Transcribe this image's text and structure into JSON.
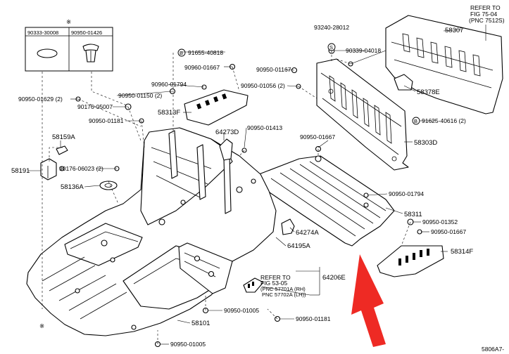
{
  "inset": {
    "marker": "※",
    "col1": "90333-30008",
    "col2": "90950-01426"
  },
  "labels": {
    "p93240": "93240-28012",
    "p90339": "90339-04018",
    "p91655": "91655-40818",
    "p90960": "90960-01667",
    "p90950_01167": "90950-01167",
    "p90950_01056": "90950-01056 (2)",
    "p90950_01629": "90950-01629 (2)",
    "p90960_01794": "90960-01794",
    "p90950_01150": "90950-01150 (2)",
    "p90176_05007": "90176-05007",
    "p58313F": "58313F",
    "p90950_01181a": "90950-01181",
    "p64273D": "64273D",
    "p90950_01413": "90950-01413",
    "p58159A": "58159A",
    "p90176_06023": "90176-06023 (2)",
    "p58191": "58191",
    "p58136A": "58136A",
    "p58307": "58307",
    "p58378E": "58378E",
    "p91625": "91625-40616 (2)",
    "p58303D": "58303D",
    "p90950_01667": "90950-01667",
    "p90950_01794": "90950-01794",
    "p58311": "58311",
    "p90950_01352": "90950-01352",
    "p90950_01667b": "90950-01667",
    "p64274A": "64274A",
    "p64195A": "64195A",
    "p58314F": "58314F",
    "p64206E": "64206E",
    "p90950_01005a": "90950-01005",
    "p90950_01181b": "90950-01181",
    "p58101": "58101",
    "p90950_01005b": "90950-01005",
    "bottom_marker": "※",
    "bolt_b": "B",
    "bolt_s": "S"
  },
  "refer_top": {
    "line1": "REFER TO",
    "line2": "FIG 75-04",
    "line3": "(PNC 7512S)"
  },
  "refer_mid": {
    "line1": "REFER TO",
    "line2": "FIG 53-05",
    "line3": "(PNC 57701A (RH)",
    "line4": "PNC 57702A (LH))"
  },
  "figure_code": "5806A7-",
  "colors": {
    "arrow": "#ee2a24",
    "ink": "#000000"
  }
}
